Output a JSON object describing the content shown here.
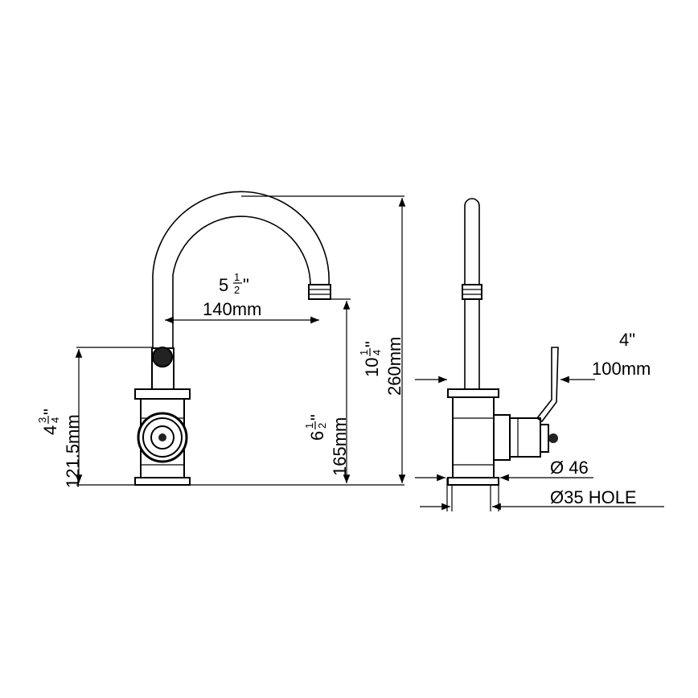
{
  "dimensions": {
    "spout_reach": {
      "whole": "5",
      "num": "1",
      "den": "2",
      "inch": "\"",
      "metric": "140mm"
    },
    "total_height": {
      "whole": "10",
      "num": "1",
      "den": "4",
      "inch": "\"",
      "metric": "260mm"
    },
    "spout_height": {
      "whole": "6",
      "num": "1",
      "den": "2",
      "inch": "\"",
      "metric": "165mm"
    },
    "body_height": {
      "whole": "4",
      "num": "3",
      "den": "4",
      "inch": "\"",
      "metric": "121.5mm"
    },
    "handle_clearance": {
      "imperial": "4\"",
      "metric": "100mm"
    },
    "base_diameter": "Ø 46",
    "hole_diameter": "Ø35 HOLE"
  }
}
